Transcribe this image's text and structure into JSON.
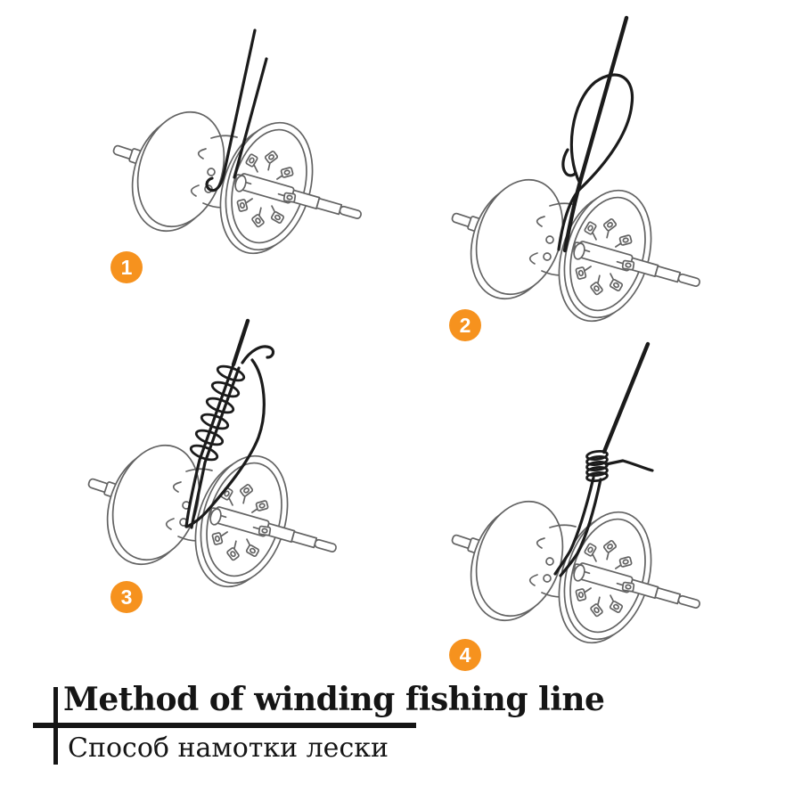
{
  "title": {
    "en": "Method of winding fishing line",
    "ru": "Способ намотки лески"
  },
  "steps": [
    {
      "number": "1"
    },
    {
      "number": "2"
    },
    {
      "number": "3"
    },
    {
      "number": "4"
    }
  ],
  "colors": {
    "background": "#ffffff",
    "accent": "#f6921e",
    "fishing_line": "#1b1b1b",
    "drawing": "#636363",
    "text": "#151515"
  }
}
